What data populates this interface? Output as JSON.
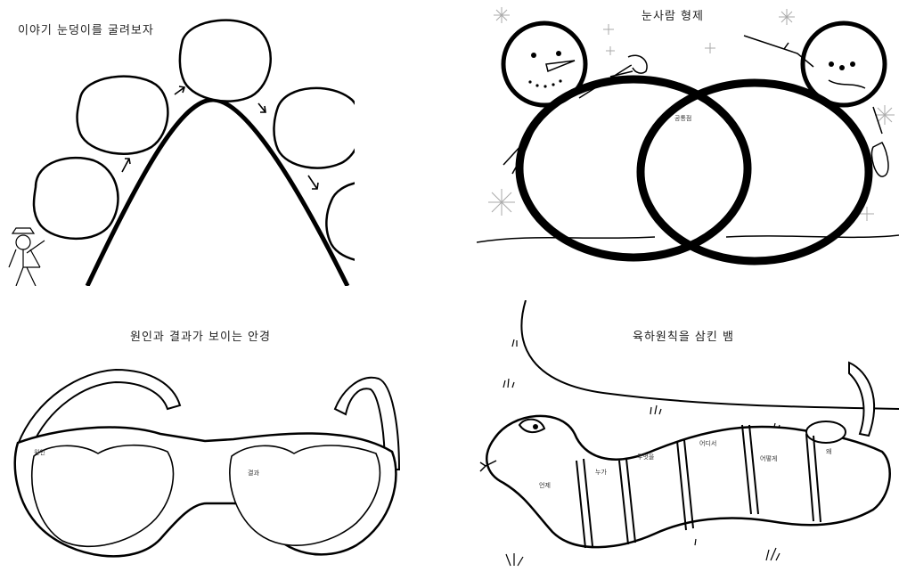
{
  "panel1": {
    "title": "이야기 눈덩이를 굴려보자"
  },
  "panel2": {
    "title": "눈사람 형제",
    "overlap_label": "공통점"
  },
  "panel3": {
    "title": "원인과 결과가 보이는 안경",
    "left_lens_label": "원인",
    "right_lens_label": "결과"
  },
  "panel4": {
    "title": "육하원칙을 삼킨 뱀",
    "segment_labels": [
      "언제",
      "누가",
      "무엇을",
      "어디서",
      "어떻게",
      "왜"
    ]
  }
}
